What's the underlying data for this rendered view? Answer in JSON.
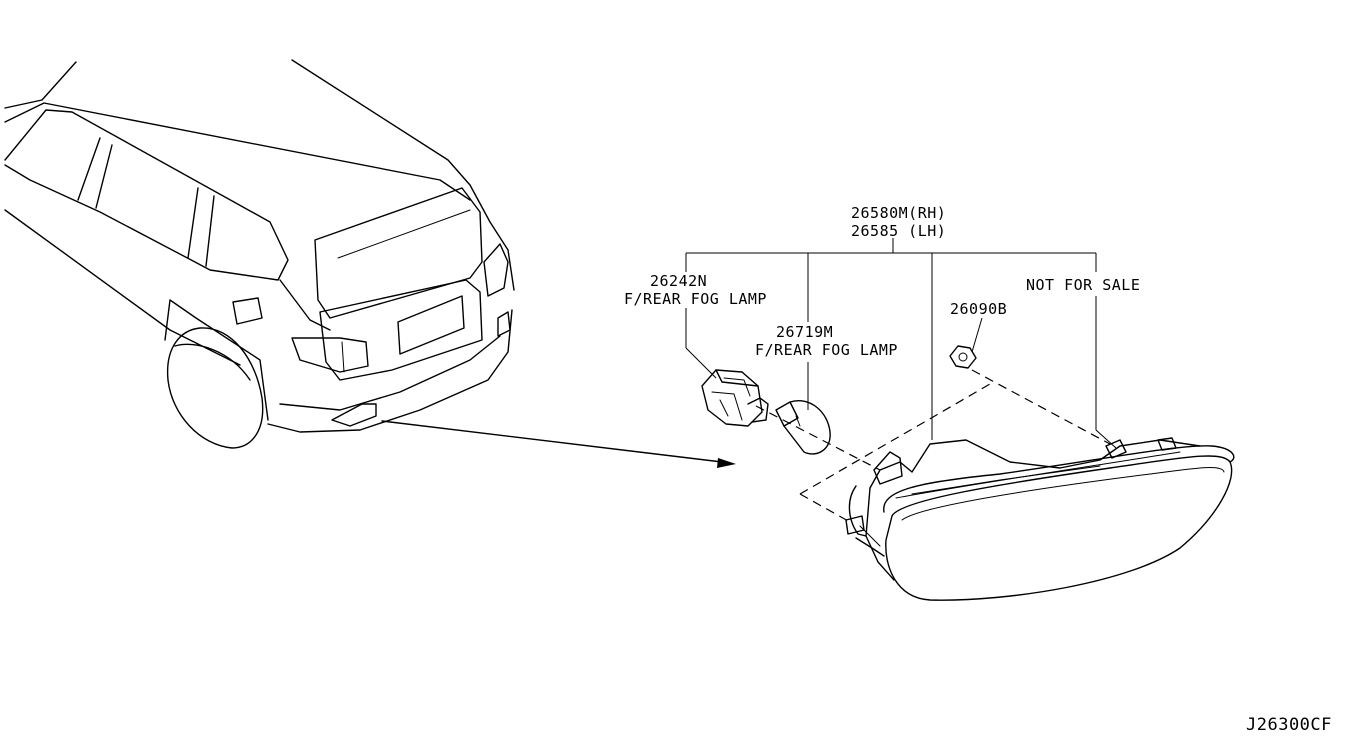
{
  "callouts": {
    "assembly_rh": "26580M(RH)",
    "assembly_lh": "26585 (LH)",
    "socket_part": "26242N",
    "socket_desc": "F/REAR FOG LAMP",
    "bulb_part": "26719M",
    "bulb_desc": "F/REAR FOG LAMP",
    "nut_part": "26090B",
    "not_for_sale": "NOT FOR SALE"
  },
  "diagram_id": "J26300CF"
}
